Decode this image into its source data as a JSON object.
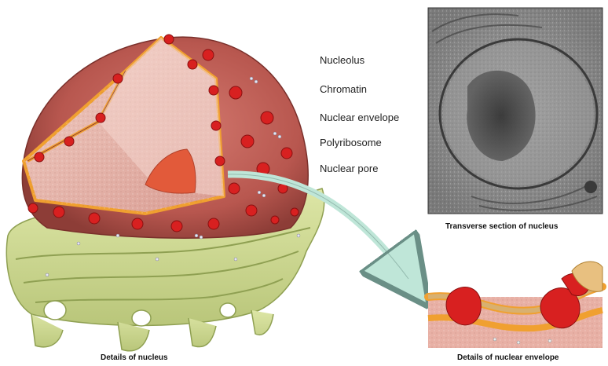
{
  "labels": {
    "nucleolus": "Nucleolus",
    "chromatin": "Chromatin",
    "nuclear_envelope": "Nuclear envelope",
    "polyribosome": "Polyribosome",
    "nuclear_pore": "Nuclear pore"
  },
  "captions": {
    "nucleus_details": "Details of nucleus",
    "transverse_section": "Transverse section of nucleus",
    "envelope_details": "Details of nuclear envelope"
  },
  "colors": {
    "nucleus_outer": "#b8574f",
    "nucleus_interior": "#e9b8ad",
    "envelope_rim": "#f0a030",
    "pore": "#d82020",
    "er": "#c9d58a",
    "er_shadow": "#8fa052",
    "micrograph": "#8c8c8c",
    "arrow": "#bfe6d8"
  }
}
